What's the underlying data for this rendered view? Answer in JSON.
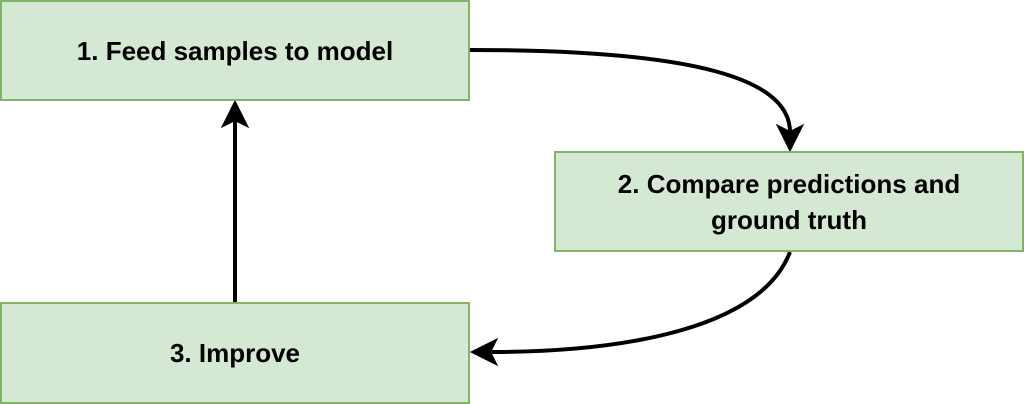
{
  "steps": [
    {
      "label": "1. Feed samples to model"
    },
    {
      "label": "2. Compare predictions and\nground truth"
    },
    {
      "label": "3. Improve"
    }
  ],
  "colors": {
    "node_fill": "#d5e8d4",
    "node_border": "#82b366",
    "arrow": "#000000"
  }
}
